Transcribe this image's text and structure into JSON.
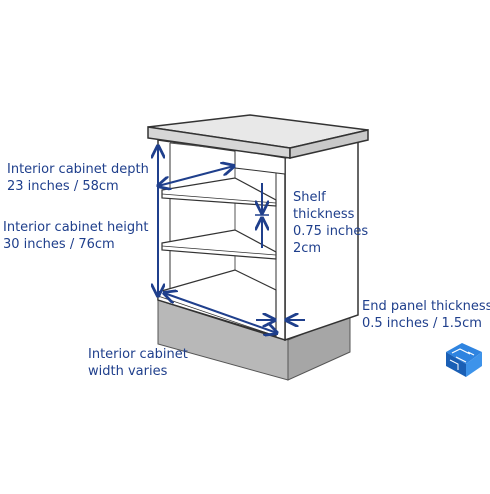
{
  "labels": {
    "depth": {
      "line1": "Interior cabinet depth",
      "line2": "23 inches / 58cm"
    },
    "height": {
      "line1": "Interior cabinet height",
      "line2": "30 inches / 76cm"
    },
    "width": {
      "line1": "Interior cabinet",
      "line2": "width varies"
    },
    "shelf": {
      "line1": "Shelf",
      "line2": "thickness",
      "line3": "0.75 inches",
      "line4": "2cm"
    },
    "end_panel": {
      "line1": "End panel thickness",
      "line2": "0.5 inches / 1.5cm"
    }
  },
  "colors": {
    "annotation": "#1f3f8c",
    "outline": "#333333",
    "countertop": "#e6e6e6",
    "toe_kick": "#b3b3b3",
    "logo": "#1e6fd0"
  },
  "logo_icon": "floor-plan-icon"
}
